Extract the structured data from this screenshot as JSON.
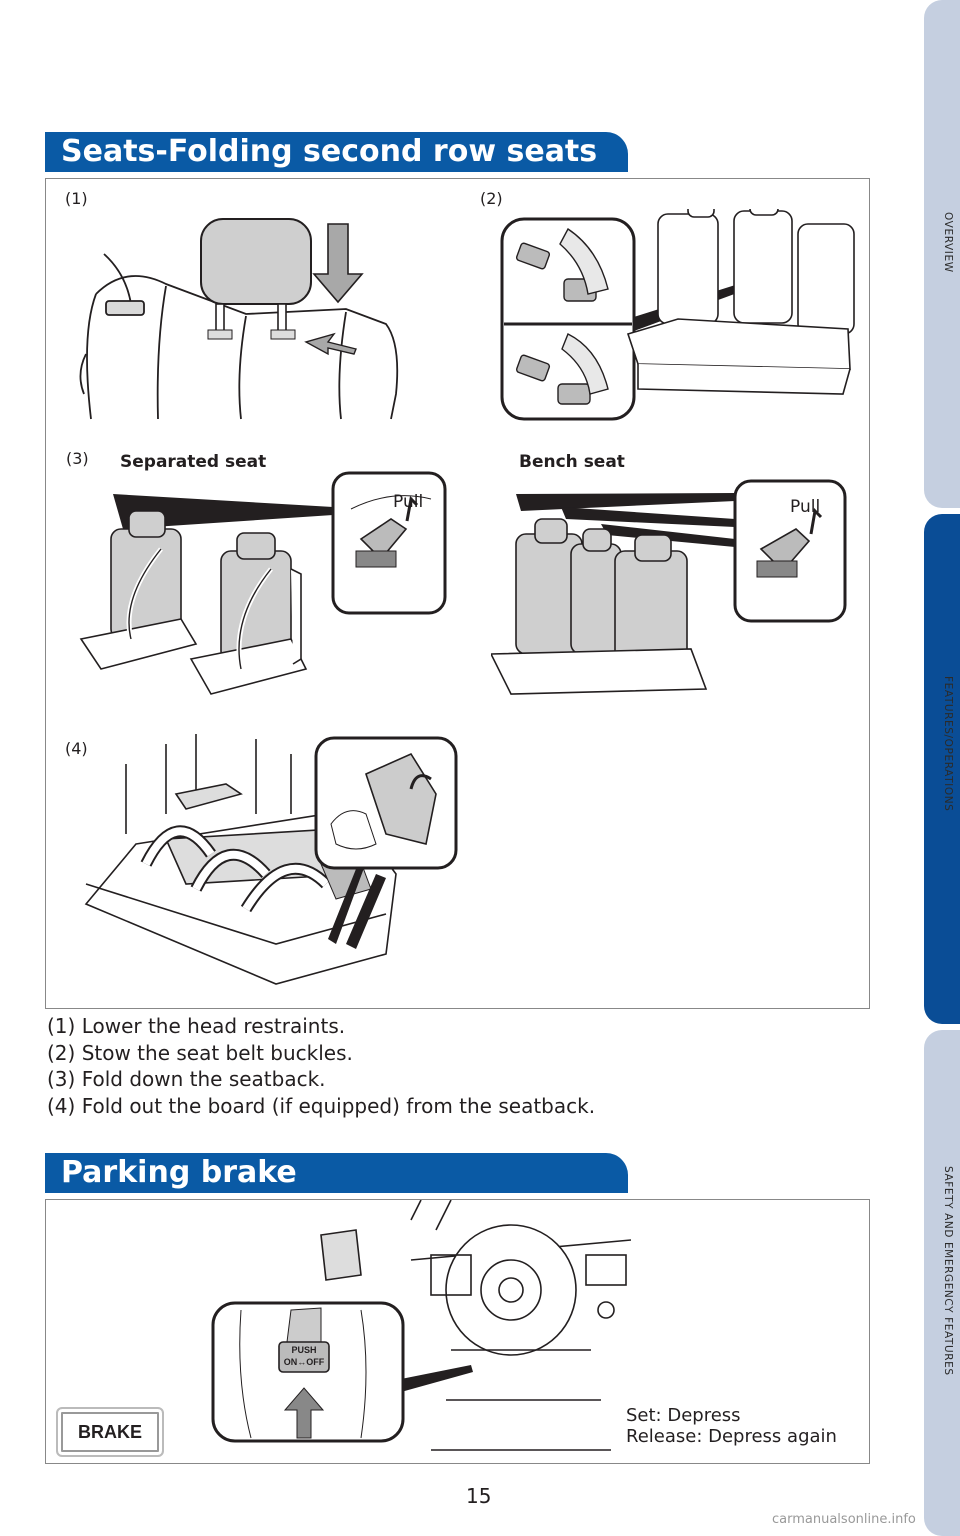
{
  "sidebar": {
    "tabs": [
      {
        "label": "OVERVIEW"
      },
      {
        "label": "FEATURES/OPERATIONS"
      },
      {
        "label": "SAFETY AND EMERGENCY FEATURES"
      }
    ]
  },
  "seats_section": {
    "title": "Seats-Folding second row seats",
    "figure": {
      "step1_label": "(1)",
      "step2_label": "(2)",
      "step3_label": "(3)",
      "step4_label": "(4)",
      "separated_seat_label": "Separated seat",
      "bench_seat_label": "Bench seat",
      "pull_label_left": "Pull",
      "pull_label_right": "Pull"
    },
    "steps": [
      "(1) Lower the head restraints.",
      "(2) Stow the seat belt buckles.",
      "(3) Fold down the seatback.",
      "(4) Fold out the board (if equipped) from the seatback."
    ]
  },
  "parking_section": {
    "title": "Parking brake",
    "badge": "BRAKE",
    "pedal_text_line1": "PUSH",
    "pedal_text_line2": "ON↔OFF",
    "note_line1": "Set: Depress",
    "note_line2": "Release: Depress again"
  },
  "page_number": "15",
  "watermark": "carmanualsonline.info",
  "colors": {
    "accent": "#0a5aa5",
    "tab_active": "#0a4d96",
    "tab_inactive": "#c5cfe0"
  }
}
